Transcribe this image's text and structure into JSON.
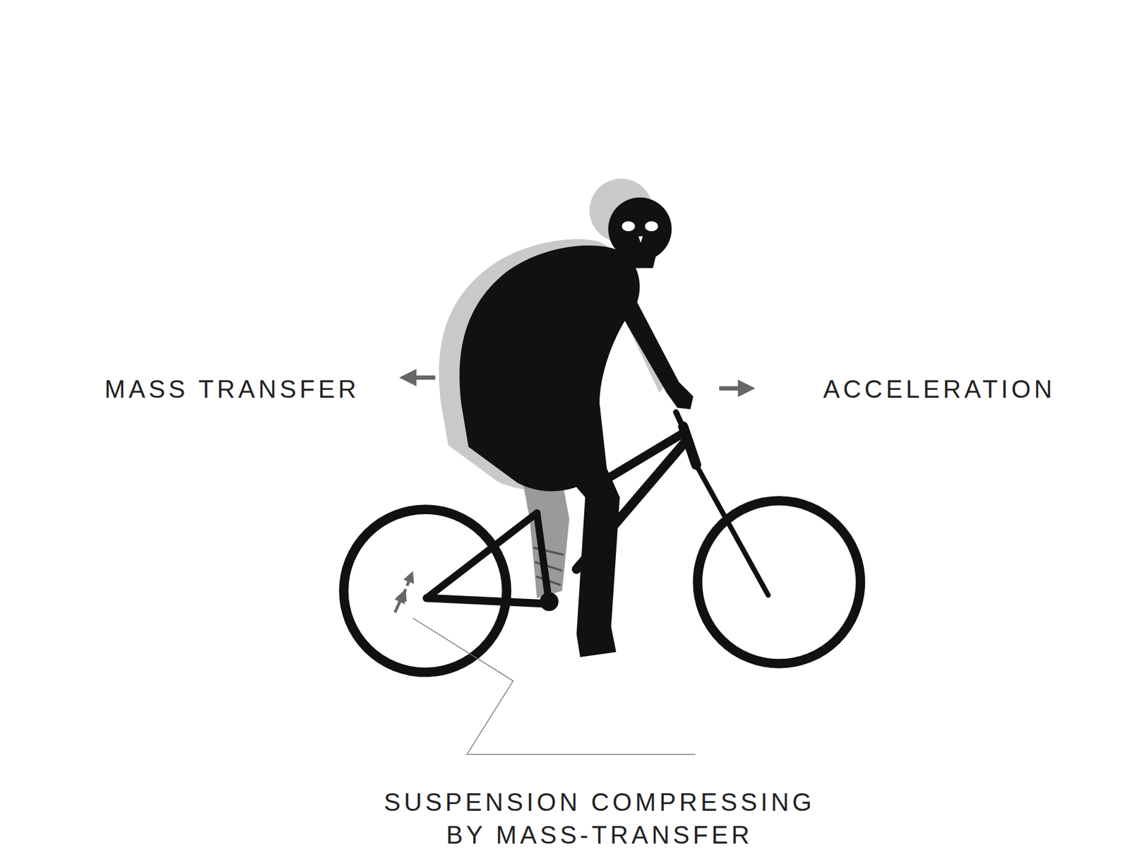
{
  "diagram": {
    "labels": [
      "MASS TRANSFER",
      "ACCELERATION",
      "SUSPENSION COMPRESSING BY MASS-TRANSFER"
    ]
  }
}
